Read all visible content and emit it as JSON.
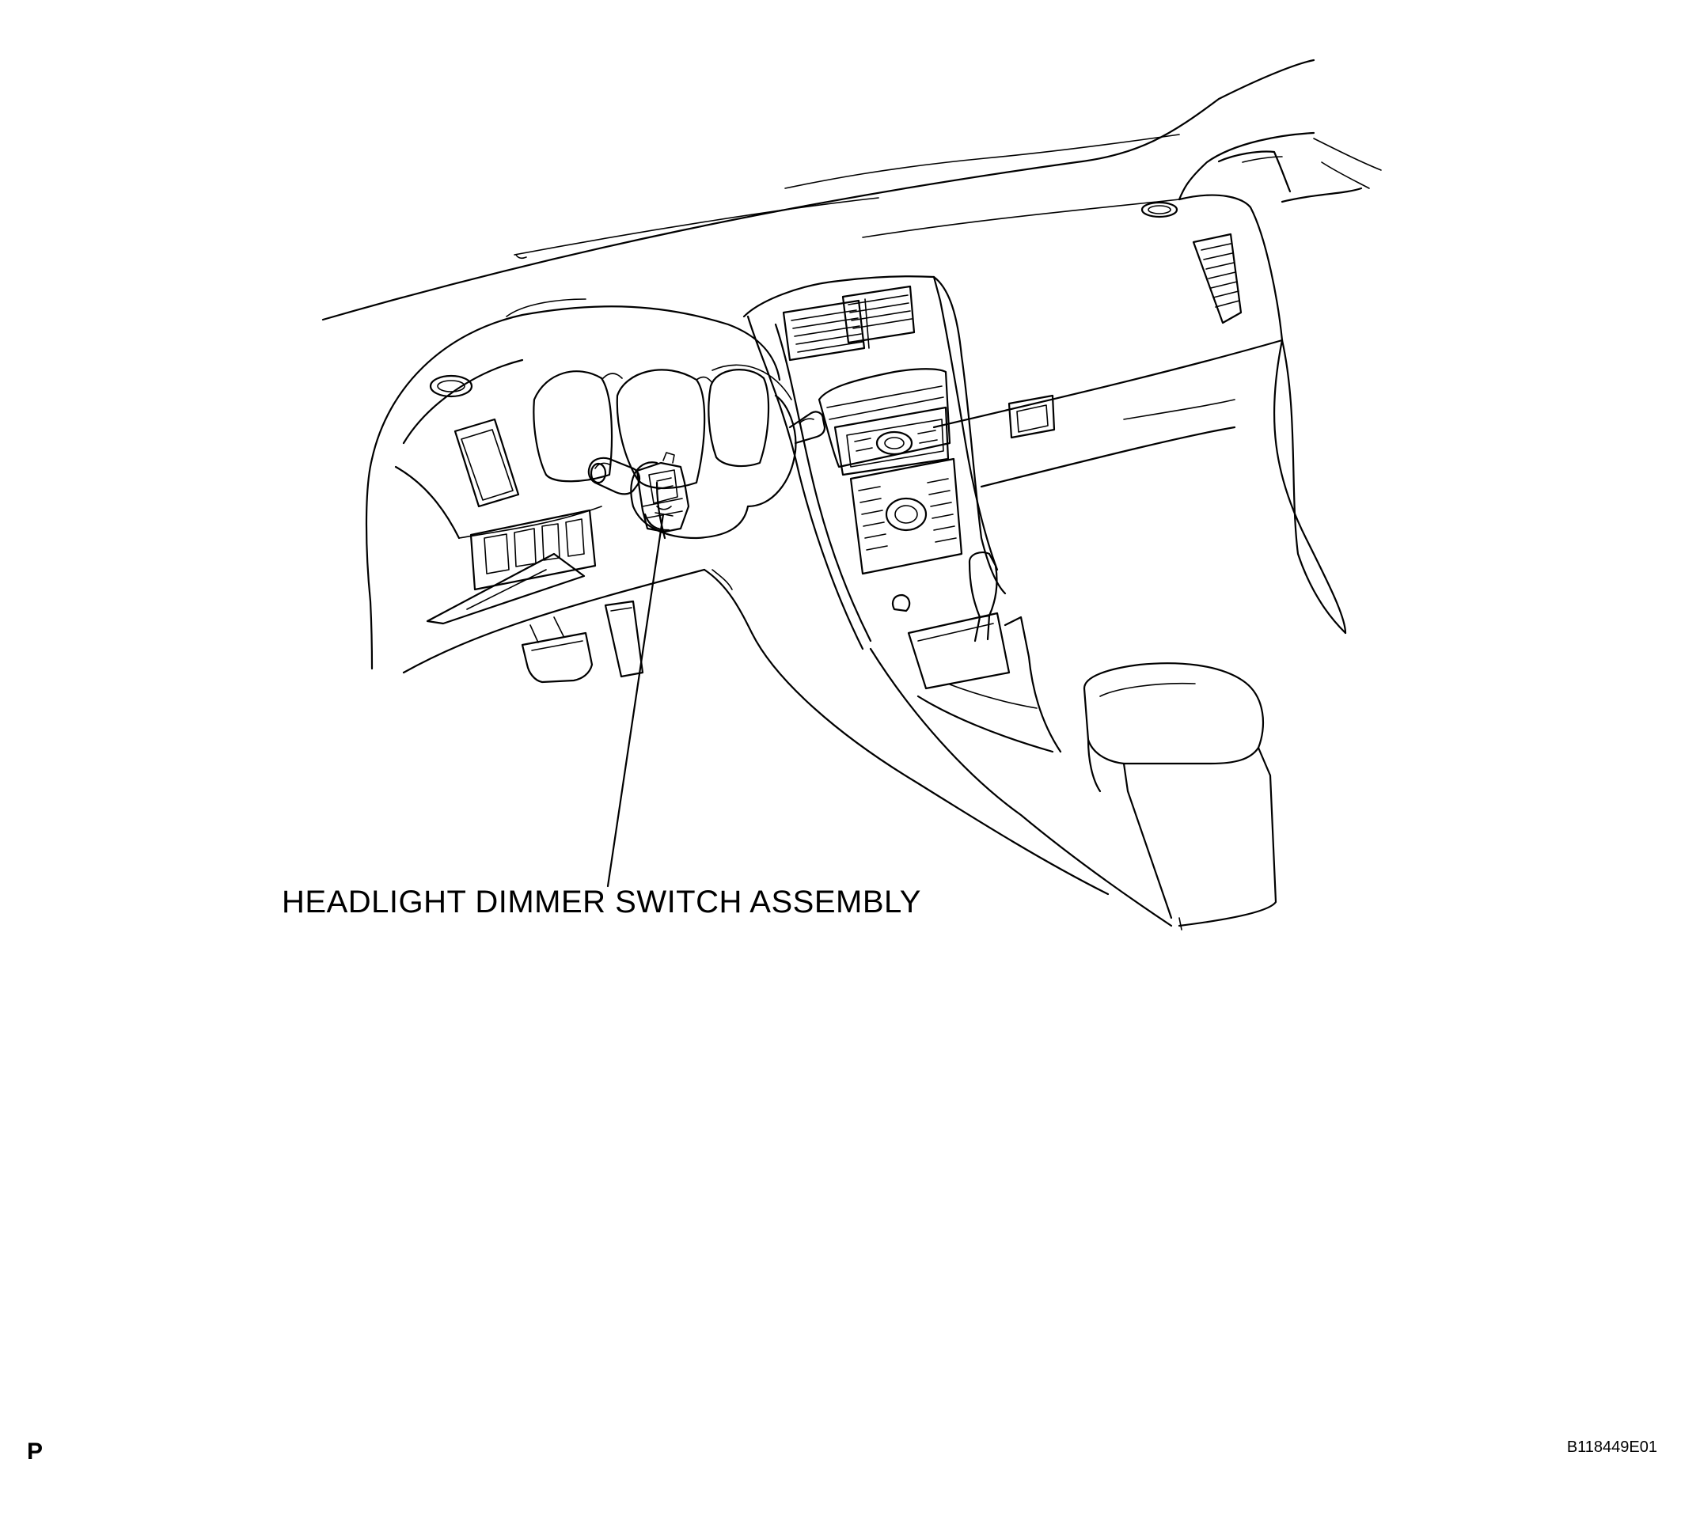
{
  "diagram": {
    "callout_label": "HEADLIGHT DIMMER SWITCH ASSEMBLY",
    "page_marker": "P",
    "figure_code": "B118449E01"
  },
  "colors": {
    "line": "#000000",
    "background": "#ffffff"
  }
}
